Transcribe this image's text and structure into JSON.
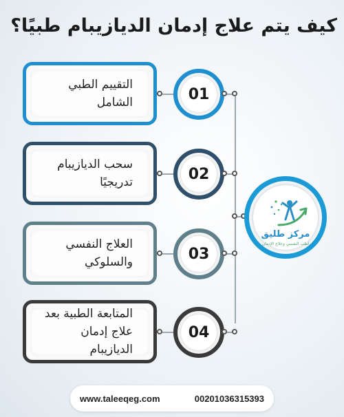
{
  "title": "كيف يتم علاج إدمان الديازيبام طبيًا؟",
  "steps": [
    {
      "number": "01",
      "text": "التقييم الطبي الشامل",
      "accent": "#1f8fd0"
    },
    {
      "number": "02",
      "text": "سحب الديازيبام تدريجيًا",
      "accent": "#2f4f6b"
    },
    {
      "number": "03",
      "text": "العلاج النفسي والسلوكي",
      "accent": "#5f7f8a"
    },
    {
      "number": "04",
      "text": "المتابعة الطبية بعد علاج إدمان الديازيبام",
      "accent": "#3a3a3a"
    }
  ],
  "logo": {
    "name": "مركز طليق",
    "tagline": "لطب النفسي وعلاج الإدمان",
    "ring_color": "#1c9ad6"
  },
  "footer": {
    "website": "www.taleeqeg.com",
    "phone": "00201036315393"
  }
}
